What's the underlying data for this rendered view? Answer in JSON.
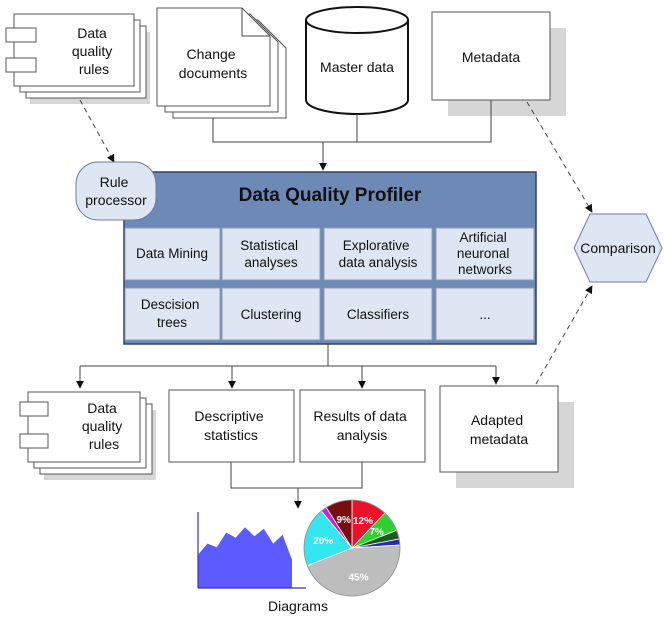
{
  "inputs": {
    "rules_top": [
      "Data",
      "quality",
      "rules"
    ],
    "change_docs": [
      "Change",
      "documents"
    ],
    "master_data": "Master data",
    "metadata": "Metadata"
  },
  "rule_processor": [
    "Rule",
    "processor"
  ],
  "comparison": "Comparison",
  "profiler": {
    "title": "Data Quality Profiler",
    "cells": [
      [
        "Data Mining"
      ],
      [
        "Statistical",
        "analyses"
      ],
      [
        "Explorative",
        "data analysis"
      ],
      [
        "Artificial",
        "neuronal",
        "networks"
      ],
      [
        "Descision",
        "trees"
      ],
      [
        "Clustering"
      ],
      [
        "Classifiers"
      ],
      [
        "..."
      ]
    ]
  },
  "outputs": {
    "rules_bottom": [
      "Data",
      "quality",
      "rules"
    ],
    "descriptive": [
      "Descriptive",
      "statistics"
    ],
    "results": [
      "Results of data",
      "analysis"
    ],
    "adapted_metadata": [
      "Adapted",
      "metadata"
    ]
  },
  "diagrams_label": "Diagrams",
  "chart_data": [
    {
      "type": "area",
      "x": [
        1,
        2,
        3,
        4,
        5,
        6,
        7,
        8,
        9,
        10,
        11
      ],
      "values": [
        0.45,
        0.6,
        0.55,
        0.75,
        0.68,
        0.82,
        0.7,
        0.8,
        0.6,
        0.72,
        0.38
      ],
      "colors": {
        "fill": "#5b5bff",
        "axis": "#3a3aa0"
      }
    },
    {
      "type": "pie",
      "slices": [
        {
          "label": "12%",
          "value": 12,
          "color": "#e8122a"
        },
        {
          "label": "7%",
          "value": 7,
          "color": "#2fd02f"
        },
        {
          "label": "",
          "value": 3,
          "color": "#1e5a1e"
        },
        {
          "label": "",
          "value": 2,
          "color": "#2a2aaa"
        },
        {
          "label": "45%",
          "value": 45,
          "color": "#bdbdbd"
        },
        {
          "label": "20%",
          "value": 20,
          "color": "#33e6f0"
        },
        {
          "label": "",
          "value": 2,
          "color": "#cc22cc"
        },
        {
          "label": "9%",
          "value": 9,
          "color": "#7a0d12"
        }
      ]
    }
  ]
}
